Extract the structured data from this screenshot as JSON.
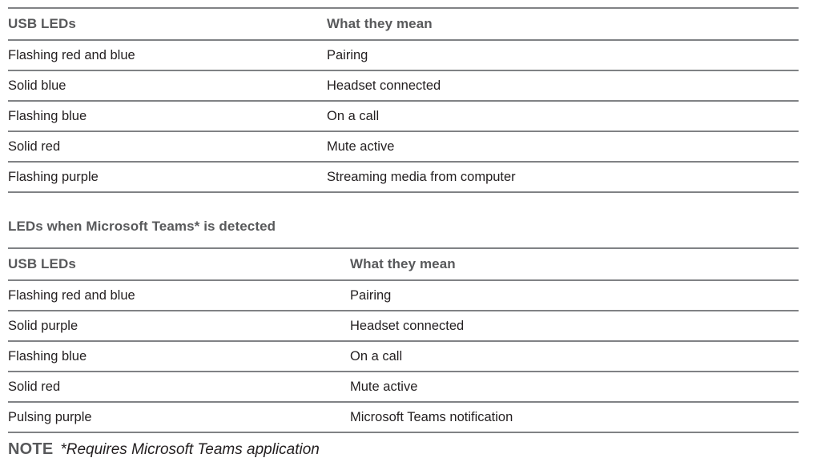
{
  "document": {
    "tables": [
      {
        "id": "usb-leds-default",
        "heading": null,
        "columns": [
          "USB LEDs",
          "What they mean"
        ],
        "rows": [
          [
            "Flashing red and blue",
            "Pairing"
          ],
          [
            "Solid blue",
            "Headset connected"
          ],
          [
            "Flashing blue",
            "On a call"
          ],
          [
            "Solid red",
            "Mute active"
          ],
          [
            "Flashing purple",
            "Streaming media from computer"
          ]
        ]
      },
      {
        "id": "usb-leds-teams",
        "heading": "LEDs when Microsoft Teams* is detected",
        "columns": [
          "USB LEDs",
          "What they mean"
        ],
        "rows": [
          [
            "Flashing red and blue",
            "Pairing"
          ],
          [
            "Solid purple",
            "Headset connected"
          ],
          [
            "Flashing blue",
            "On a call"
          ],
          [
            "Solid red",
            "Mute active"
          ],
          [
            "Pulsing purple",
            "Microsoft Teams notification"
          ]
        ]
      }
    ],
    "note": {
      "label": "NOTE",
      "text": "*Requires Microsoft Teams application"
    },
    "colors": {
      "rule": "#808285",
      "heading_text": "#58595b",
      "body_text": "#231f20",
      "background": "#ffffff"
    }
  }
}
